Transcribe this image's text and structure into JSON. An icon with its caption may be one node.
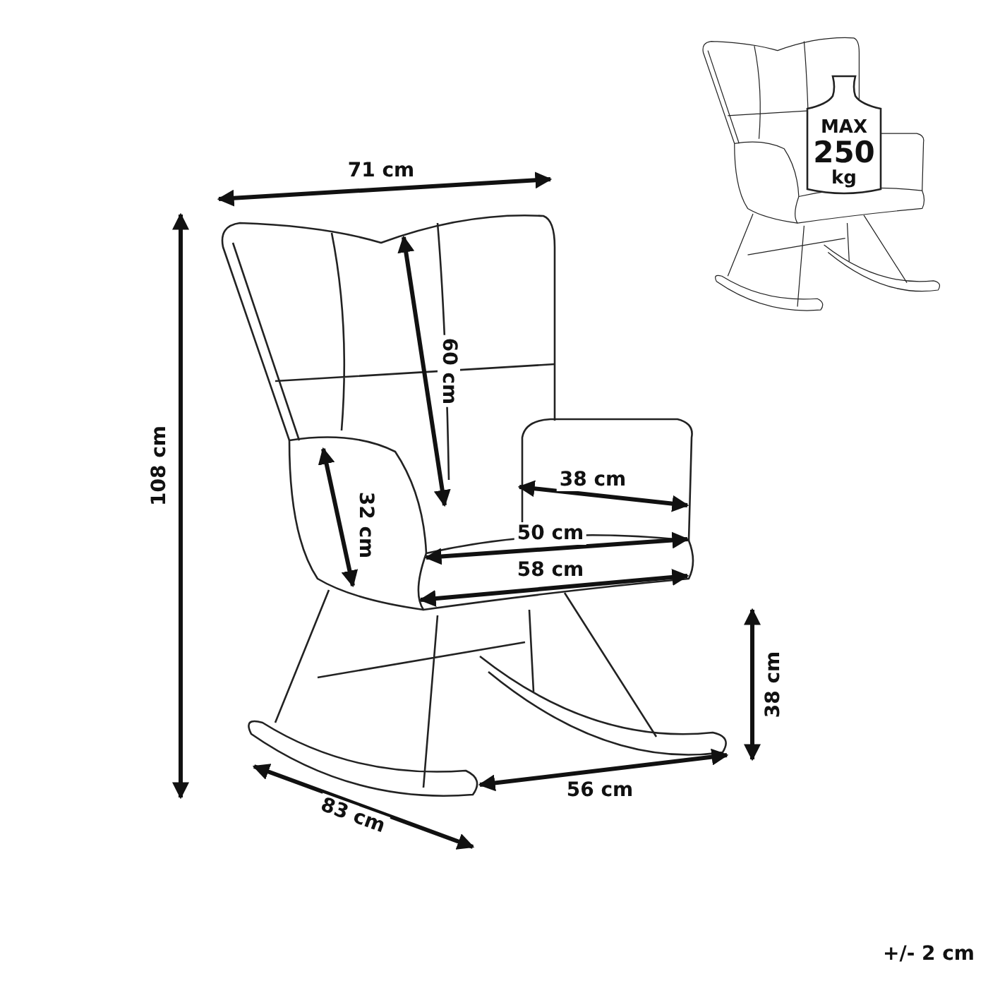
{
  "diagram": {
    "nodes": [
      {
        "text": [
          "MAX",
          "250",
          "kg"
        ]
      }
    ],
    "labels": [
      "71 cm",
      "60 cm",
      "108 cm",
      "38 cm",
      "32 cm",
      "50 cm",
      "58 cm",
      "38 cm",
      "56 cm",
      "83 cm",
      "+/- 2 cm"
    ]
  }
}
